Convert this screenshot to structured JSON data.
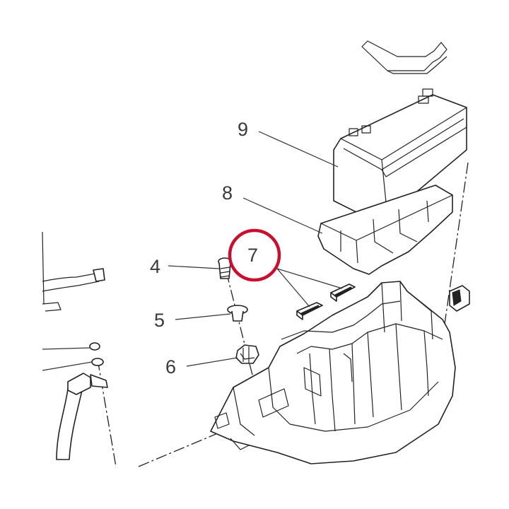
{
  "diagram": {
    "callouts": {
      "label_4": "4",
      "label_5": "5",
      "label_6": "6",
      "label_7": "7",
      "label_8": "8",
      "label_9": "9"
    },
    "highlight": {
      "target": "7",
      "color": "#c8102e"
    }
  }
}
